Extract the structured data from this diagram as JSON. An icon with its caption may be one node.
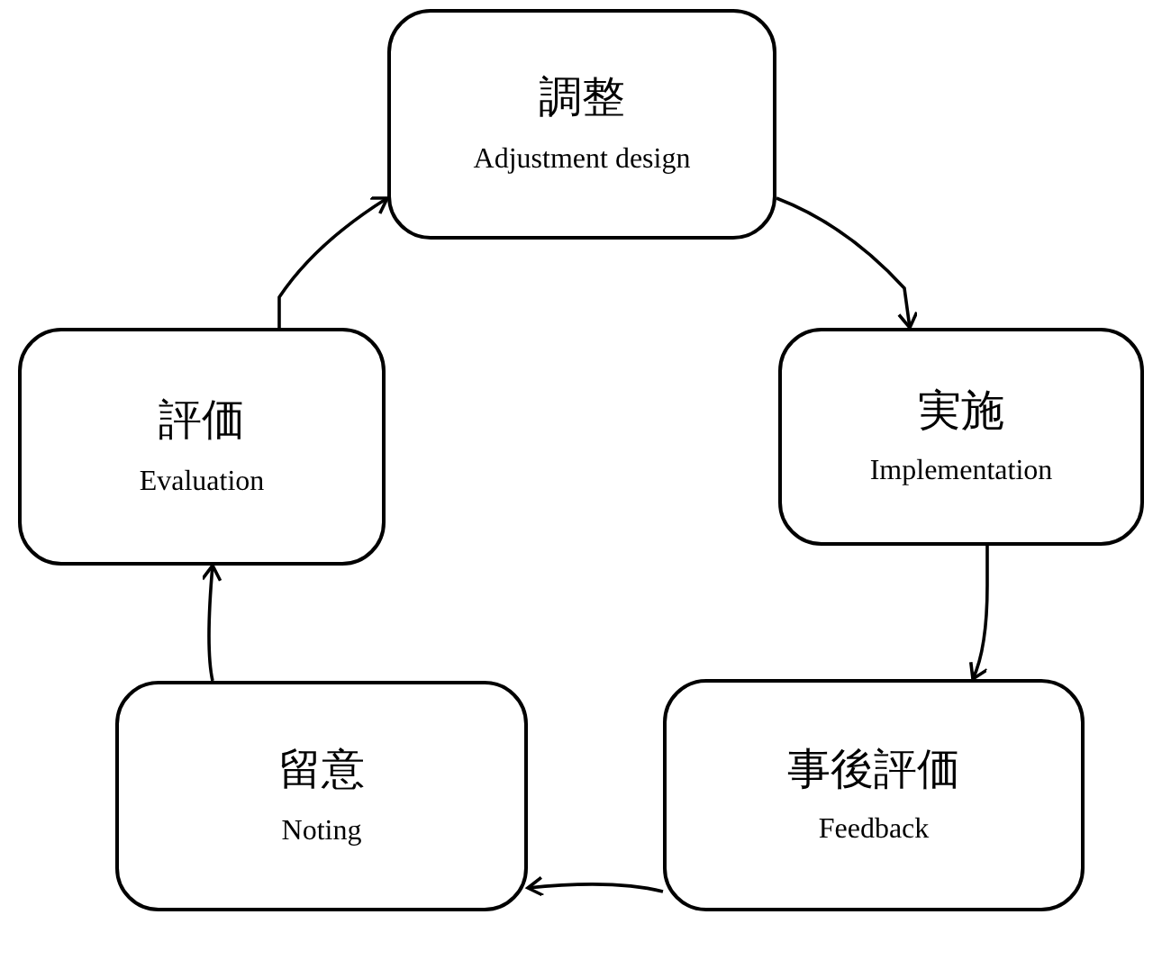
{
  "diagram": {
    "nodes": [
      {
        "text": [
          "調整",
          "Adjustment design"
        ]
      },
      {
        "text": [
          "実施",
          "Implementation"
        ]
      },
      {
        "text": [
          "事後評価",
          "Feedback"
        ]
      },
      {
        "text": [
          "留意",
          "Noting"
        ]
      },
      {
        "text": [
          "評価",
          "Evaluation"
        ]
      }
    ],
    "edges": [
      {
        "from": 0,
        "to": 1,
        "arrow": "to"
      },
      {
        "from": 1,
        "to": 2,
        "arrow": "to"
      },
      {
        "from": 2,
        "to": 3,
        "arrow": "to"
      },
      {
        "from": 3,
        "to": 4,
        "arrow": "to"
      },
      {
        "from": 4,
        "to": 0,
        "arrow": "to"
      }
    ]
  }
}
